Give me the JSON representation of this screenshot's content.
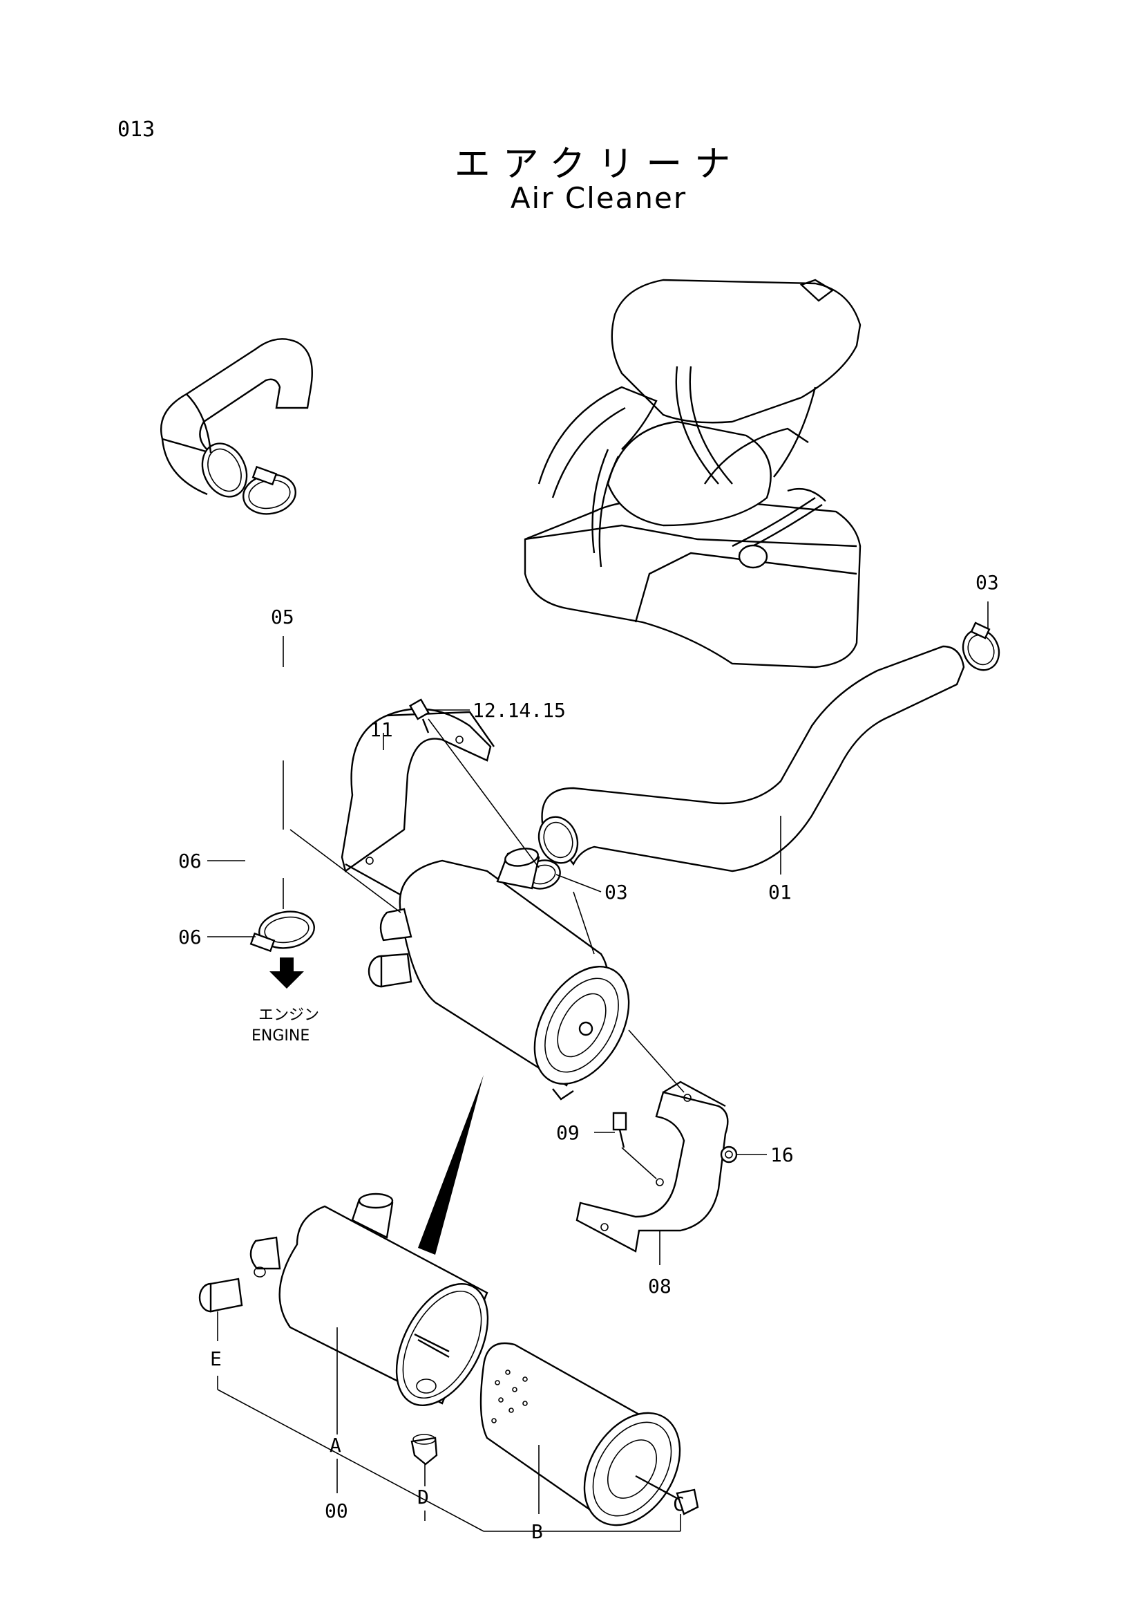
{
  "page_number": "013",
  "title_ja": "エアクリーナ",
  "title_en": "Air Cleaner",
  "engine_label_ja": "エンジン",
  "engine_label_en": "ENGINE",
  "callouts": {
    "p01": "01",
    "p03a": "03",
    "p03b": "03",
    "p05": "05",
    "p06a": "06",
    "p06b": "06",
    "p08": "08",
    "p09": "09",
    "p11": "11",
    "p12": "12.14.15",
    "p16": "16",
    "p00": "00",
    "pA": "A",
    "pB": "B",
    "pC": "C",
    "pD": "D",
    "pE": "E"
  }
}
